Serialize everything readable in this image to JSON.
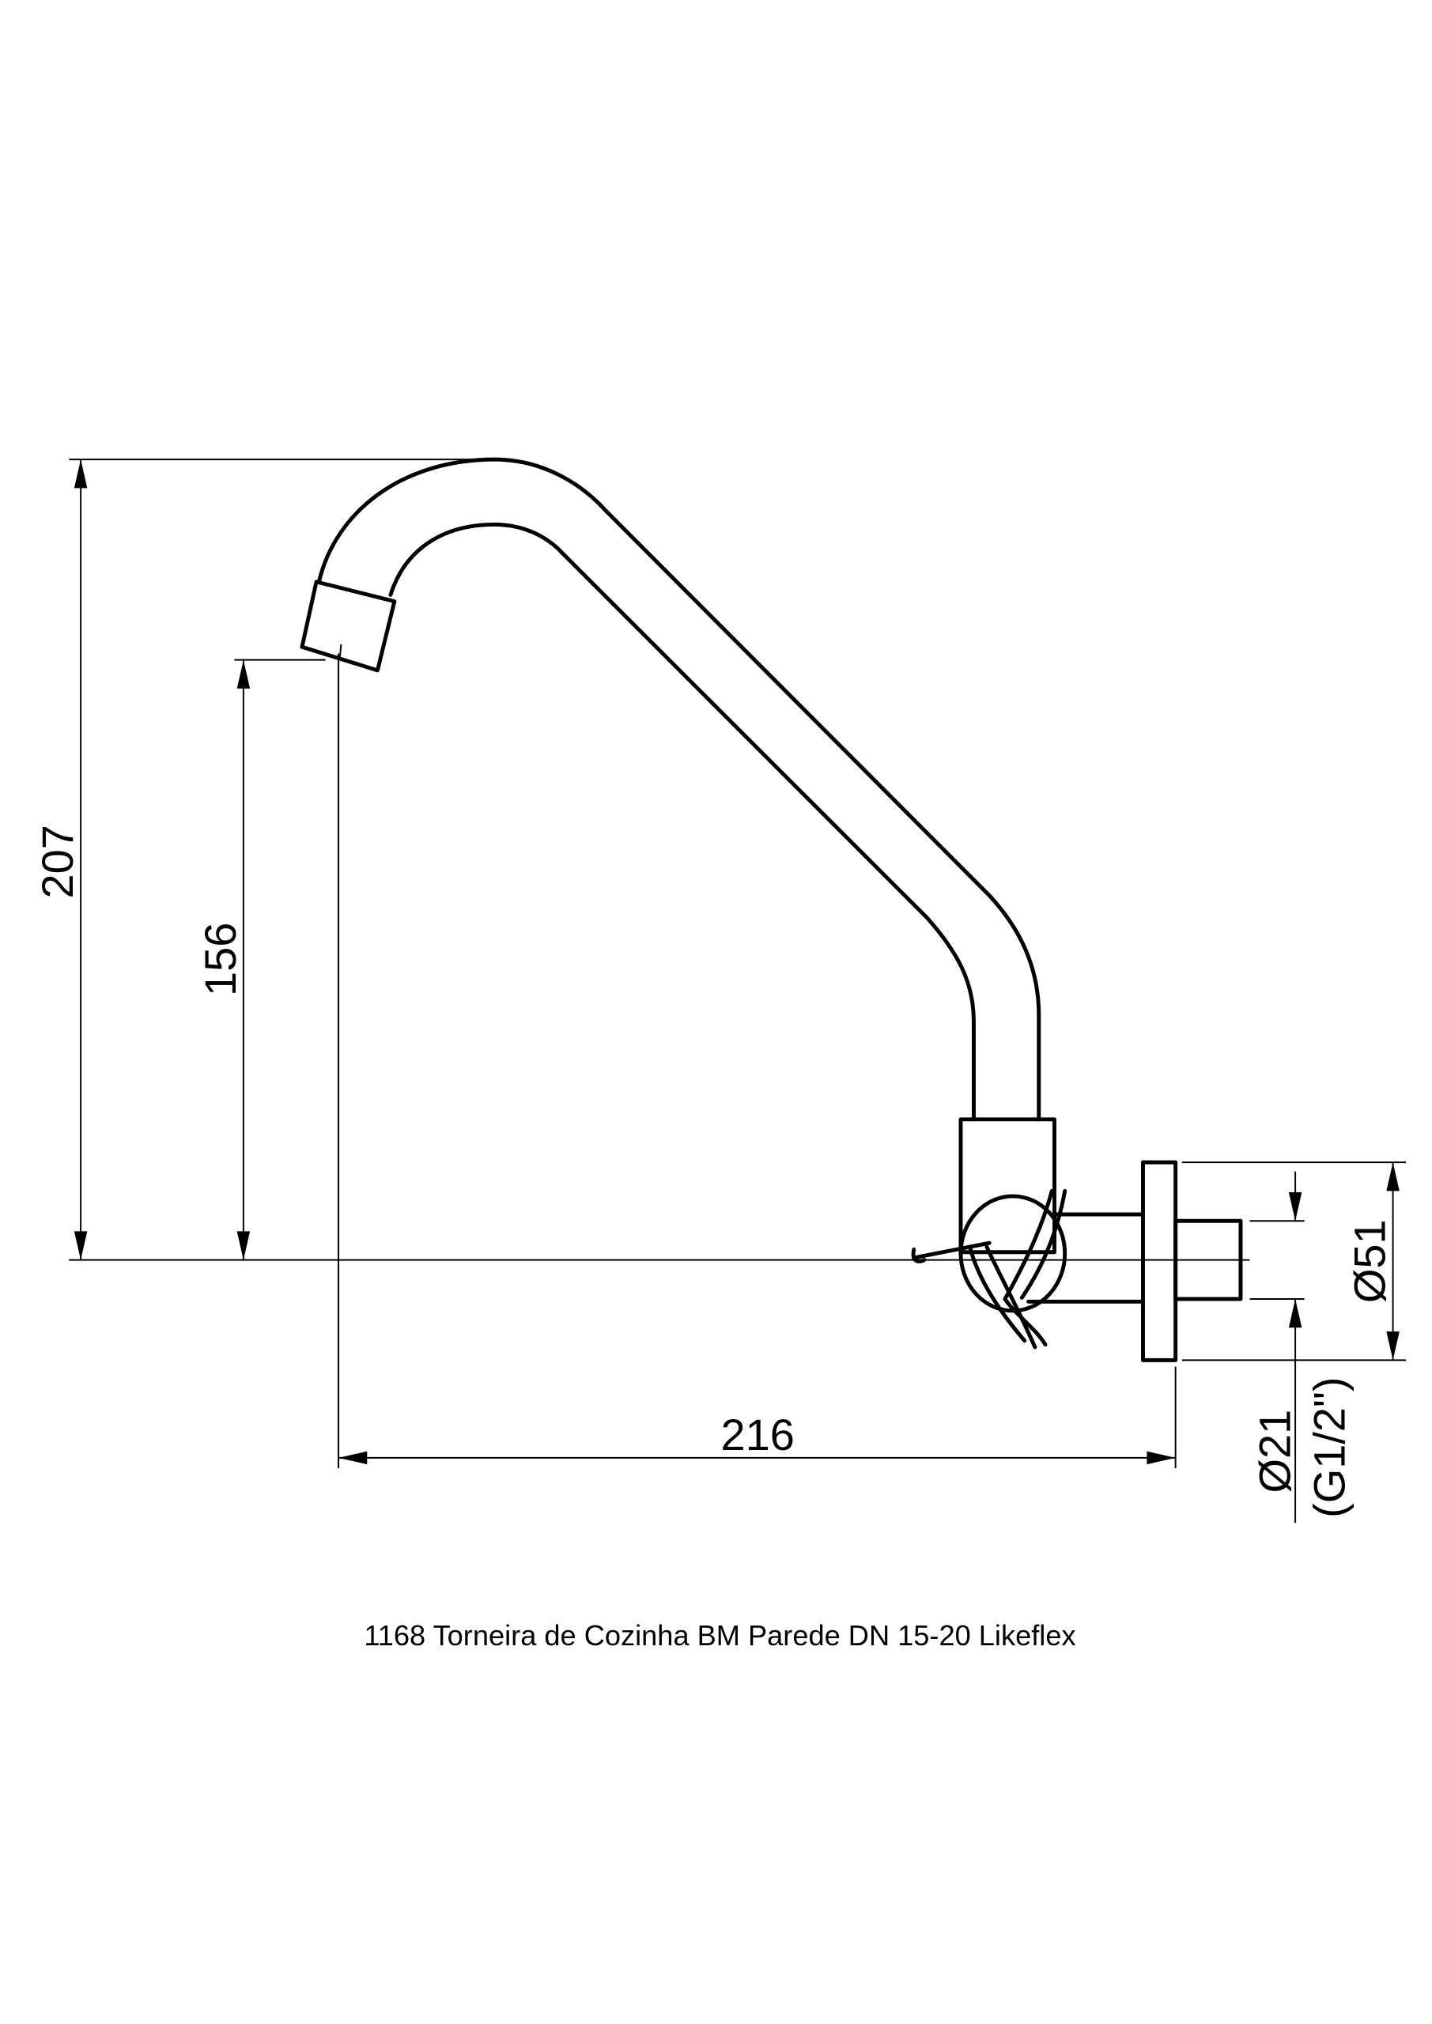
{
  "drawing": {
    "dimensions": {
      "total_height": "207",
      "spout_height": "156",
      "projection": "216",
      "flange_diameter": "Ø51",
      "connection_diameter": "Ø21",
      "thread": "(G1/2\")"
    },
    "caption": "1168 Torneira de Cozinha BM Parede DN 15-20 Likeflex"
  }
}
